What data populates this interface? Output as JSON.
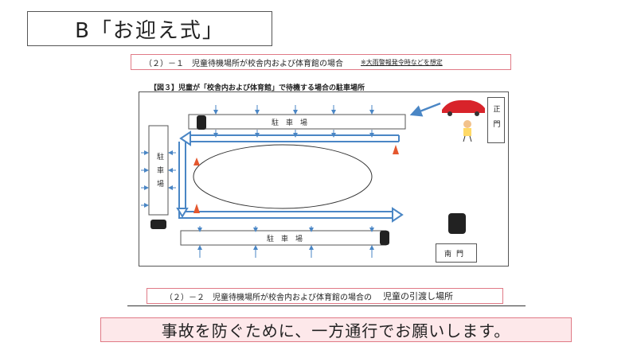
{
  "slide": {
    "title": "B「お迎え式」",
    "sub_heading_1": "（２）－１　児童待機場所が校舎内および体育館の場合",
    "sub_heading_1_note": "※大雨警報発令時などを想定",
    "figure_caption": "【図３】児童が「校舎内および体育館」で待機する場合の駐車場所",
    "sub_heading_2": "（２）－２　児童待機場所が校舎内および体育館の場合の",
    "sub_heading_2_accent": "児童の引渡し場所",
    "message": "事故を防ぐために、一方通行でお願いします。"
  },
  "diagram": {
    "top_parking_label": "駐　車　場",
    "bottom_parking_label": "駐　車　場",
    "left_parking_label": "駐車場",
    "main_gate_label": "正門",
    "south_gate_label": "南門"
  },
  "colors": {
    "accent_border": "#e07a86",
    "message_bg": "#fde8ea",
    "arrow_blue": "#4a86c5",
    "cone_orange": "#e4572e",
    "car_red": "#d8232a"
  },
  "icons": {
    "car": "car-icon",
    "cone": "traffic-cone-icon",
    "child": "child-icon"
  }
}
